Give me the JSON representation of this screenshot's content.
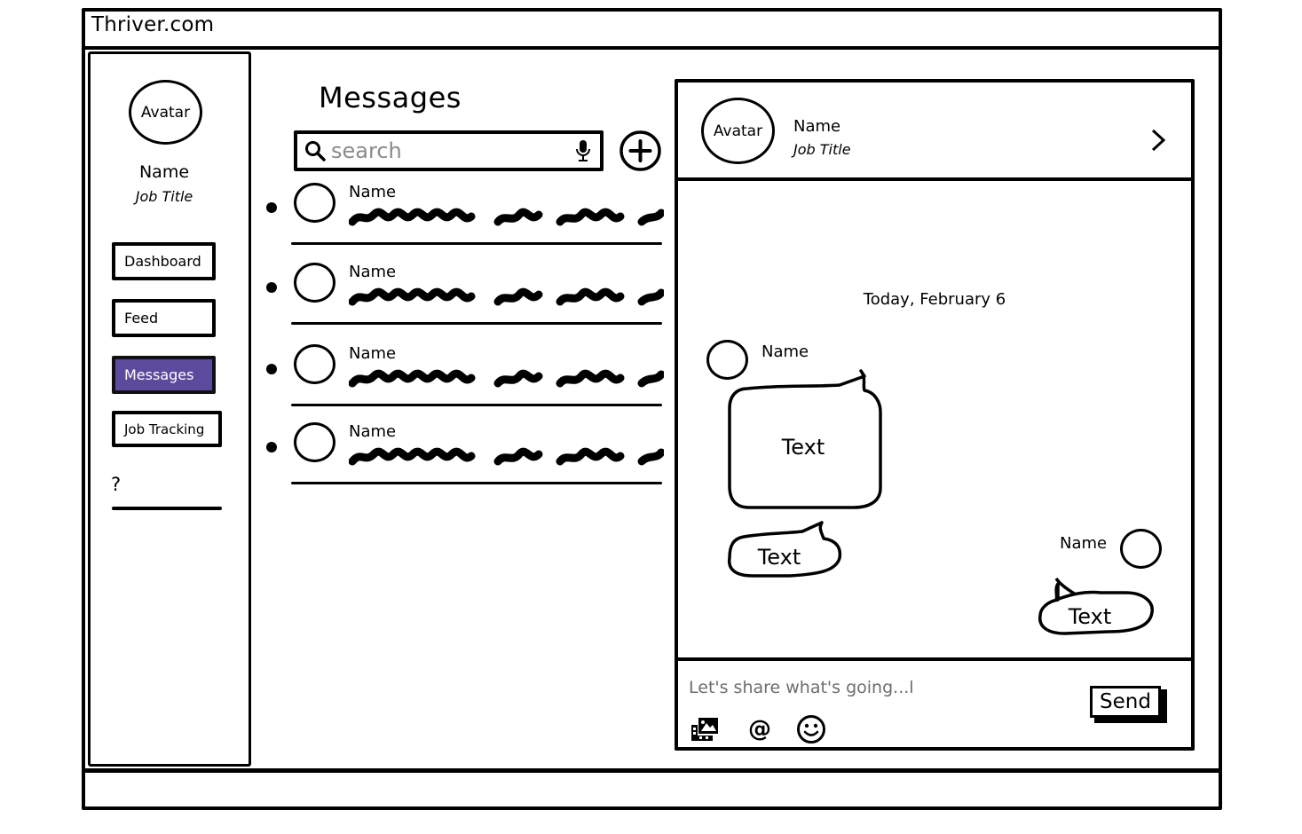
{
  "app": {
    "title": "Thriver.com"
  },
  "sidebar": {
    "avatar_label": "Avatar",
    "name": "Name",
    "job_title": "Job Title",
    "nav": [
      {
        "label": "Dashboard",
        "active": false
      },
      {
        "label": "Feed",
        "active": false
      },
      {
        "label": "Messages",
        "active": true
      },
      {
        "label": "Job Tracking",
        "active": false
      }
    ],
    "help_label": "?"
  },
  "messages_list": {
    "title": "Messages",
    "search": {
      "placeholder": "search",
      "value": "",
      "icon": "search-icon",
      "voice_icon": "microphone-icon"
    },
    "add_icon": "plus-circle-icon",
    "items": [
      {
        "name": "Name",
        "preview": "scribbled-text",
        "unread": true
      },
      {
        "name": "Name",
        "preview": "scribbled-text",
        "unread": true
      },
      {
        "name": "Name",
        "preview": "scribbled-text",
        "unread": true
      },
      {
        "name": "Name",
        "preview": "scribbled-text",
        "unread": true
      }
    ]
  },
  "chat": {
    "header": {
      "avatar_label": "Avatar",
      "name": "Name",
      "job_title": "Job Title",
      "chevron_icon": "chevron-right-icon"
    },
    "date_label": "Today, February 6",
    "messages": [
      {
        "sender": "Name",
        "side": "left",
        "text": "Text",
        "size": "large"
      },
      {
        "sender": "Name",
        "side": "left",
        "text": "Text",
        "size": "small"
      },
      {
        "sender": "Name",
        "side": "right",
        "text": "Text",
        "size": "small"
      }
    ],
    "composer": {
      "placeholder": "Let's share what's going...l",
      "value": "",
      "send_label": "Send",
      "tools": [
        "image-gallery-icon",
        "mention-icon",
        "emoji-icon"
      ],
      "mention_glyph": "@"
    }
  },
  "colors": {
    "accent": "#5c4b9c",
    "ink": "#000000",
    "placeholder": "#8a8a8f"
  }
}
